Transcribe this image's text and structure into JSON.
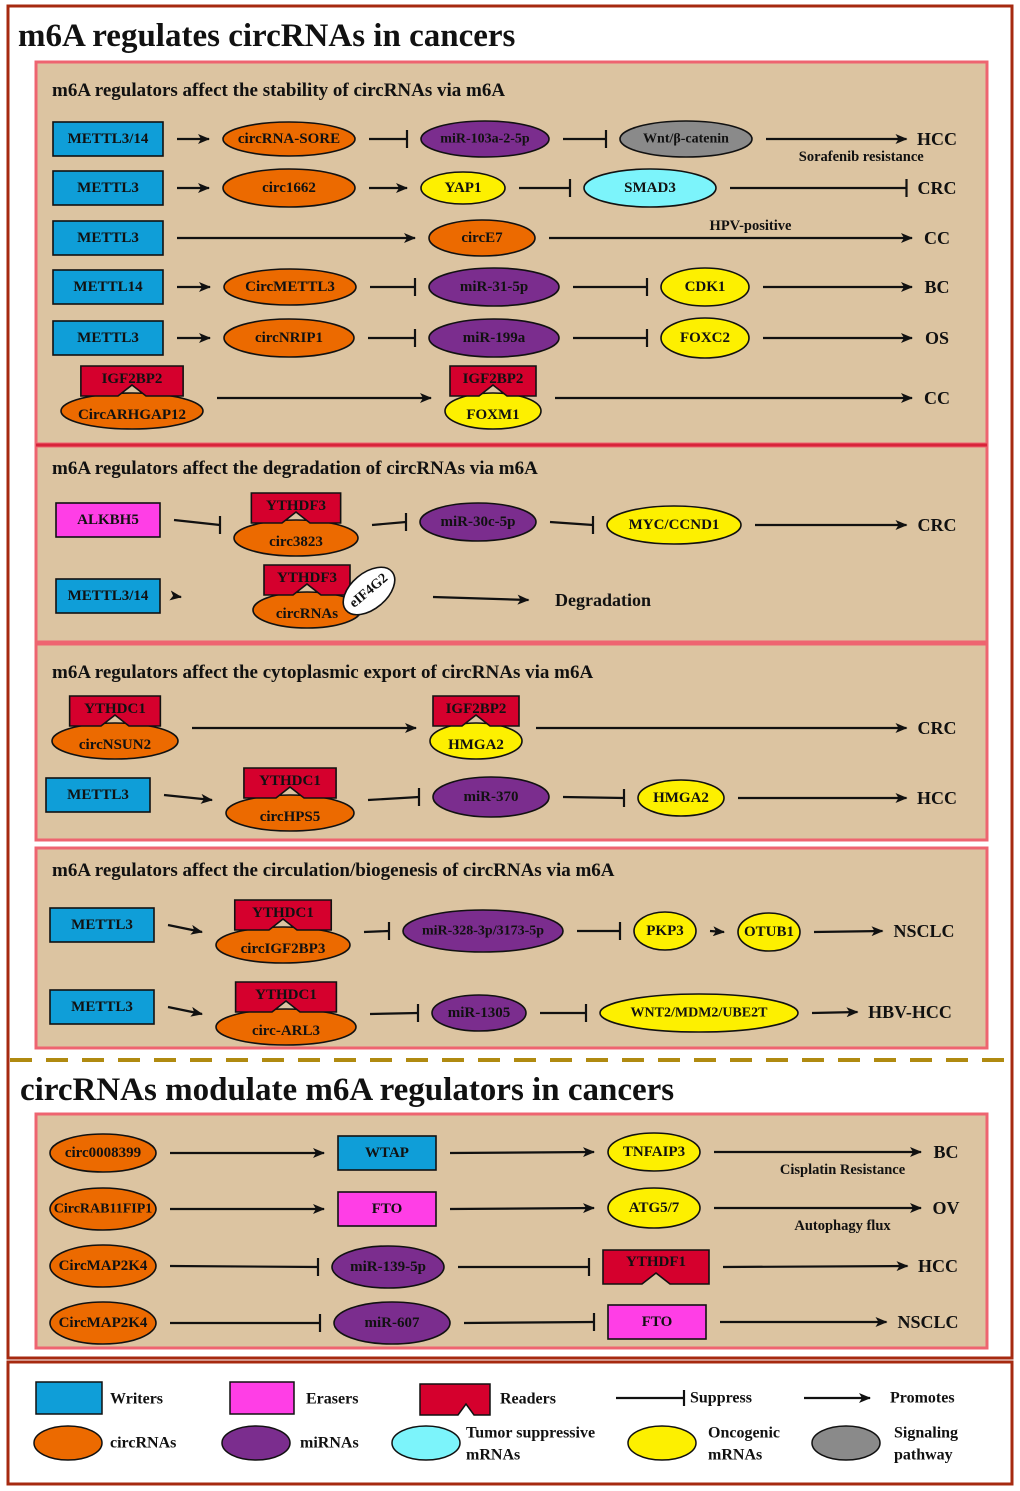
{
  "colors": {
    "writer": "#0f9ed8",
    "eraser": "#ff3ee6",
    "reader": "#d5002d",
    "circrna": "#ec6a00",
    "mirna": "#7b2d8e",
    "tumor_suppressive": "#7cf4fb",
    "oncogenic": "#fdf000",
    "signaling": "#8a8a8a",
    "panel_fill": "#dcc4a1",
    "panel_border": "#ee6470",
    "outer_border": "#a62a10",
    "divider": "#b08a10"
  },
  "title_top": "m6A regulates circRNAs in cancers",
  "title_bottom": "circRNAs modulate m6A regulators in cancers",
  "sections": [
    {
      "title": "m6A regulators affect the stability of circRNAs via m6A"
    },
    {
      "title": "m6A regulators affect the degradation of circRNAs via m6A"
    },
    {
      "title": "m6A regulators affect the cytoplasmic export of circRNAs via m6A"
    },
    {
      "title": "m6A regulators affect the circulation/biogenesis of circRNAs via m6A"
    },
    {
      "title": ""
    }
  ],
  "nodes": [
    {
      "id": "s1r1a",
      "type": "writer",
      "label": "METTL3/14"
    },
    {
      "id": "s1r1b",
      "type": "circrna",
      "label": "circRNA-SORE"
    },
    {
      "id": "s1r1c",
      "type": "mirna",
      "label": "miR-103a-2-5p"
    },
    {
      "id": "s1r1d",
      "type": "signaling",
      "label": "Wnt/β-catenin"
    },
    {
      "id": "s1r1e",
      "type": "outcome",
      "label": "HCC"
    },
    {
      "id": "s1r2a",
      "type": "writer",
      "label": "METTL3"
    },
    {
      "id": "s1r2b",
      "type": "circrna",
      "label": "circ1662"
    },
    {
      "id": "s1r2c",
      "type": "oncogenic",
      "label": "YAP1"
    },
    {
      "id": "s1r2d",
      "type": "tumor_suppressive",
      "label": "SMAD3"
    },
    {
      "id": "s1r2e",
      "type": "outcome",
      "label": "CRC"
    },
    {
      "id": "s1r3a",
      "type": "writer",
      "label": "METTL3"
    },
    {
      "id": "s1r3b",
      "type": "circrna",
      "label": "circE7"
    },
    {
      "id": "s1r3e",
      "type": "outcome",
      "label": "CC"
    },
    {
      "id": "s1r4a",
      "type": "writer",
      "label": "METTL14"
    },
    {
      "id": "s1r4b",
      "type": "circrna",
      "label": "CircMETTL3"
    },
    {
      "id": "s1r4c",
      "type": "mirna",
      "label": "miR-31-5p"
    },
    {
      "id": "s1r4d",
      "type": "oncogenic",
      "label": "CDK1"
    },
    {
      "id": "s1r4e",
      "type": "outcome",
      "label": "BC"
    },
    {
      "id": "s1r5a",
      "type": "writer",
      "label": "METTL3"
    },
    {
      "id": "s1r5b",
      "type": "circrna",
      "label": "circNRIP1"
    },
    {
      "id": "s1r5c",
      "type": "mirna",
      "label": "miR-199a"
    },
    {
      "id": "s1r5d",
      "type": "oncogenic",
      "label": "FOXC2"
    },
    {
      "id": "s1r5e",
      "type": "outcome",
      "label": "OS"
    },
    {
      "id": "s1r6a",
      "type": "complex",
      "label": "IGF2BP2",
      "sub": "circrna",
      "sub_label": "CircARHGAP12"
    },
    {
      "id": "s1r6b",
      "type": "complex",
      "label": "IGF2BP2",
      "sub": "oncogenic",
      "sub_label": "FOXM1"
    },
    {
      "id": "s1r6e",
      "type": "outcome",
      "label": "CC"
    },
    {
      "id": "s2r1a",
      "type": "eraser",
      "label": "ALKBH5"
    },
    {
      "id": "s2r1b",
      "type": "complex",
      "label": "YTHDF3",
      "sub": "circrna",
      "sub_label": "circ3823"
    },
    {
      "id": "s2r1c",
      "type": "mirna",
      "label": "miR-30c-5p"
    },
    {
      "id": "s2r1d",
      "type": "oncogenic",
      "label": "MYC/CCND1"
    },
    {
      "id": "s2r1e",
      "type": "outcome",
      "label": "CRC"
    },
    {
      "id": "s2r2a",
      "type": "writer",
      "label": "METTL3/14"
    },
    {
      "id": "s2r2b",
      "type": "complex",
      "label": "YTHDF3",
      "sub": "circrna",
      "sub_label": "circRNAs",
      "extra_label": "eIF4G2"
    },
    {
      "id": "s2r2e",
      "type": "outcome",
      "label": "Degradation"
    },
    {
      "id": "s3r1a",
      "type": "complex",
      "label": "YTHDC1",
      "sub": "circrna",
      "sub_label": "circNSUN2"
    },
    {
      "id": "s3r1b",
      "type": "complex",
      "label": "IGF2BP2",
      "sub": "oncogenic",
      "sub_label": "HMGA2"
    },
    {
      "id": "s3r1e",
      "type": "outcome",
      "label": "CRC"
    },
    {
      "id": "s3r2a",
      "type": "writer",
      "label": "METTL3"
    },
    {
      "id": "s3r2b",
      "type": "complex",
      "label": "YTHDC1",
      "sub": "circrna",
      "sub_label": "circHPS5"
    },
    {
      "id": "s3r2c",
      "type": "mirna",
      "label": "miR-370"
    },
    {
      "id": "s3r2d",
      "type": "oncogenic",
      "label": "HMGA2"
    },
    {
      "id": "s3r2e",
      "type": "outcome",
      "label": "HCC"
    },
    {
      "id": "s4r1a",
      "type": "writer",
      "label": "METTL3"
    },
    {
      "id": "s4r1b",
      "type": "complex",
      "label": "YTHDC1",
      "sub": "circrna",
      "sub_label": "circIGF2BP3"
    },
    {
      "id": "s4r1c",
      "type": "mirna",
      "label": "miR-328-3p/3173-5p"
    },
    {
      "id": "s4r1d",
      "type": "oncogenic",
      "label": "PKP3"
    },
    {
      "id": "s4r1f",
      "type": "oncogenic",
      "label": "OTUB1"
    },
    {
      "id": "s4r1e",
      "type": "outcome",
      "label": "NSCLC"
    },
    {
      "id": "s4r2a",
      "type": "writer",
      "label": "METTL3"
    },
    {
      "id": "s4r2b",
      "type": "complex",
      "label": "YTHDC1",
      "sub": "circrna",
      "sub_label": "circ-ARL3"
    },
    {
      "id": "s4r2c",
      "type": "mirna",
      "label": "miR-1305"
    },
    {
      "id": "s4r2d",
      "type": "oncogenic",
      "label": "WNT2/MDM2/UBE2T"
    },
    {
      "id": "s4r2e",
      "type": "outcome",
      "label": "HBV-HCC"
    },
    {
      "id": "s5r1a",
      "type": "circrna",
      "label": "circ0008399"
    },
    {
      "id": "s5r1b",
      "type": "writer",
      "label": "WTAP"
    },
    {
      "id": "s5r1c",
      "type": "oncogenic",
      "label": "TNFAIP3"
    },
    {
      "id": "s5r1e",
      "type": "outcome",
      "label": "BC"
    },
    {
      "id": "s5r2a",
      "type": "circrna",
      "label": "CircRAB11FIP1"
    },
    {
      "id": "s5r2b",
      "type": "eraser",
      "label": "FTO"
    },
    {
      "id": "s5r2c",
      "type": "oncogenic",
      "label": "ATG5/7"
    },
    {
      "id": "s5r2e",
      "type": "outcome",
      "label": "OV"
    },
    {
      "id": "s5r3a",
      "type": "circrna",
      "label": "CircMAP2K4"
    },
    {
      "id": "s5r3b",
      "type": "mirna",
      "label": "miR-139-5p"
    },
    {
      "id": "s5r3c",
      "type": "reader",
      "label": "YTHDF1"
    },
    {
      "id": "s5r3e",
      "type": "outcome",
      "label": "HCC"
    },
    {
      "id": "s5r4a",
      "type": "circrna",
      "label": "CircMAP2K4"
    },
    {
      "id": "s5r4b",
      "type": "mirna",
      "label": "miR-607"
    },
    {
      "id": "s5r4c",
      "type": "eraser",
      "label": "FTO"
    },
    {
      "id": "s5r4e",
      "type": "outcome",
      "label": "NSCLC"
    }
  ],
  "edges": [
    {
      "from": "s1r1a",
      "to": "s1r1b",
      "kind": "promotes"
    },
    {
      "from": "s1r1b",
      "to": "s1r1c",
      "kind": "suppress"
    },
    {
      "from": "s1r1c",
      "to": "s1r1d",
      "kind": "suppress"
    },
    {
      "from": "s1r1d",
      "to": "s1r1e",
      "kind": "promotes",
      "note": "Sorafenib resistance"
    },
    {
      "from": "s1r2a",
      "to": "s1r2b",
      "kind": "promotes"
    },
    {
      "from": "s1r2b",
      "to": "s1r2c",
      "kind": "promotes"
    },
    {
      "from": "s1r2c",
      "to": "s1r2d",
      "kind": "suppress"
    },
    {
      "from": "s1r2d",
      "to": "s1r2e",
      "kind": "suppress"
    },
    {
      "from": "s1r3a",
      "to": "s1r3b",
      "kind": "promotes"
    },
    {
      "from": "s1r3b",
      "to": "s1r3e",
      "kind": "promotes",
      "note": "HPV-positive"
    },
    {
      "from": "s1r4a",
      "to": "s1r4b",
      "kind": "promotes"
    },
    {
      "from": "s1r4b",
      "to": "s1r4c",
      "kind": "suppress"
    },
    {
      "from": "s1r4c",
      "to": "s1r4d",
      "kind": "suppress"
    },
    {
      "from": "s1r4d",
      "to": "s1r4e",
      "kind": "promotes"
    },
    {
      "from": "s1r5a",
      "to": "s1r5b",
      "kind": "promotes"
    },
    {
      "from": "s1r5b",
      "to": "s1r5c",
      "kind": "suppress"
    },
    {
      "from": "s1r5c",
      "to": "s1r5d",
      "kind": "suppress"
    },
    {
      "from": "s1r5d",
      "to": "s1r5e",
      "kind": "promotes"
    },
    {
      "from": "s1r6a",
      "to": "s1r6b",
      "kind": "promotes"
    },
    {
      "from": "s1r6b",
      "to": "s1r6e",
      "kind": "promotes"
    },
    {
      "from": "s2r1a",
      "to": "s2r1b",
      "kind": "suppress"
    },
    {
      "from": "s2r1b",
      "to": "s2r1c",
      "kind": "suppress"
    },
    {
      "from": "s2r1c",
      "to": "s2r1d",
      "kind": "suppress"
    },
    {
      "from": "s2r1d",
      "to": "s2r1e",
      "kind": "promotes"
    },
    {
      "from": "s2r2a",
      "to": "s2r2b",
      "kind": "promotes"
    },
    {
      "from": "s2r2b",
      "to": "s2r2e",
      "kind": "promotes"
    },
    {
      "from": "s3r1a",
      "to": "s3r1b",
      "kind": "promotes"
    },
    {
      "from": "s3r1b",
      "to": "s3r1e",
      "kind": "promotes"
    },
    {
      "from": "s3r2a",
      "to": "s3r2b",
      "kind": "promotes"
    },
    {
      "from": "s3r2b",
      "to": "s3r2c",
      "kind": "suppress"
    },
    {
      "from": "s3r2c",
      "to": "s3r2d",
      "kind": "suppress"
    },
    {
      "from": "s3r2d",
      "to": "s3r2e",
      "kind": "promotes"
    },
    {
      "from": "s4r1a",
      "to": "s4r1b",
      "kind": "promotes"
    },
    {
      "from": "s4r1b",
      "to": "s4r1c",
      "kind": "suppress"
    },
    {
      "from": "s4r1c",
      "to": "s4r1d",
      "kind": "suppress"
    },
    {
      "from": "s4r1d",
      "to": "s4r1f",
      "kind": "promotes"
    },
    {
      "from": "s4r1f",
      "to": "s4r1e",
      "kind": "promotes"
    },
    {
      "from": "s4r2a",
      "to": "s4r2b",
      "kind": "promotes"
    },
    {
      "from": "s4r2b",
      "to": "s4r2c",
      "kind": "suppress"
    },
    {
      "from": "s4r2c",
      "to": "s4r2d",
      "kind": "suppress"
    },
    {
      "from": "s4r2d",
      "to": "s4r2e",
      "kind": "promotes"
    },
    {
      "from": "s5r1a",
      "to": "s5r1b",
      "kind": "promotes"
    },
    {
      "from": "s5r1b",
      "to": "s5r1c",
      "kind": "promotes"
    },
    {
      "from": "s5r1c",
      "to": "s5r1e",
      "kind": "promotes",
      "note": "Cisplatin Resistance"
    },
    {
      "from": "s5r2a",
      "to": "s5r2b",
      "kind": "promotes"
    },
    {
      "from": "s5r2b",
      "to": "s5r2c",
      "kind": "promotes"
    },
    {
      "from": "s5r2c",
      "to": "s5r2e",
      "kind": "promotes",
      "note": "Autophagy flux"
    },
    {
      "from": "s5r3a",
      "to": "s5r3b",
      "kind": "suppress"
    },
    {
      "from": "s5r3b",
      "to": "s5r3c",
      "kind": "suppress"
    },
    {
      "from": "s5r3c",
      "to": "s5r3e",
      "kind": "promotes"
    },
    {
      "from": "s5r4a",
      "to": "s5r4b",
      "kind": "suppress"
    },
    {
      "from": "s5r4b",
      "to": "s5r4c",
      "kind": "suppress"
    },
    {
      "from": "s5r4c",
      "to": "s5r4e",
      "kind": "promotes"
    }
  ],
  "legend": {
    "writers": "Writers",
    "erasers": "Erasers",
    "readers": "Readers",
    "suppress": "Suppress",
    "promotes": "Promotes",
    "circrnas": "circRNAs",
    "mirnas": "miRNAs",
    "tumor_suppressive_1": "Tumor suppressive",
    "tumor_suppressive_2": "mRNAs",
    "oncogenic_1": "Oncogenic",
    "oncogenic_2": "mRNAs",
    "signaling_1": "Signaling",
    "signaling_2": "pathway"
  }
}
